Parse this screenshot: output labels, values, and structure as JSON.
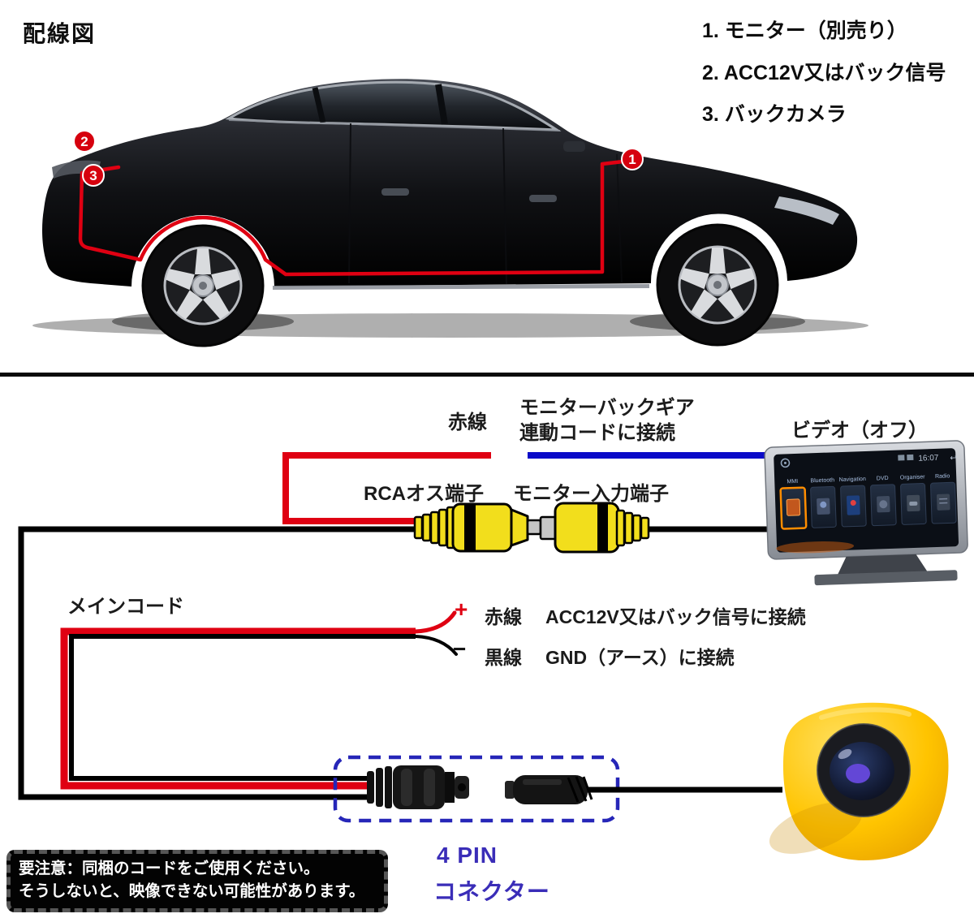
{
  "title": "配線図",
  "legend": {
    "item1": "1. モニター（別売り）",
    "item2": "2. ACC12V又はバック信号",
    "item3": "3. バックカメラ"
  },
  "car": {
    "marker1": "1",
    "marker2": "2",
    "marker3": "3"
  },
  "wiring": {
    "red_wire_label": "赤線",
    "gear_cord_line1": "モニターバックギア",
    "gear_cord_line2": "連動コードに接続",
    "video_off_label": "ビデオ（オフ）",
    "rca_male_label": "RCAオス端子",
    "monitor_input_label": "モニター入力端子",
    "main_cord_label": "メインコード",
    "plus_sign": "+",
    "minus_sign": "−",
    "acc_wire_label": "赤線",
    "acc_wire_text": "ACC12V又はバック信号に接続",
    "gnd_wire_label": "黒線",
    "gnd_wire_text": "GND（アース）に接続",
    "four_pin_line1": "4 PIN",
    "four_pin_line2": "コネクター"
  },
  "monitor": {
    "time": "16:07",
    "menu_items": [
      "MMI",
      "Bluetooth",
      "Navigation",
      "DVD",
      "Organiser",
      "Radio"
    ]
  },
  "warning": {
    "line1": "要注意：同梱のコードをご使用ください。",
    "line2": "そうしないと、映像できない可能性があります。"
  },
  "colors": {
    "wire_red": "#df0012",
    "wire_blue": "#0a0ac8",
    "wire_black": "#000000",
    "four_pin_text_blue": "#3a2db8",
    "dashed_box_blue": "#2626b8",
    "connector_yellow": "#f2de1c",
    "camera_yellow": "#ffc400",
    "marker_red": "#d6000e"
  }
}
